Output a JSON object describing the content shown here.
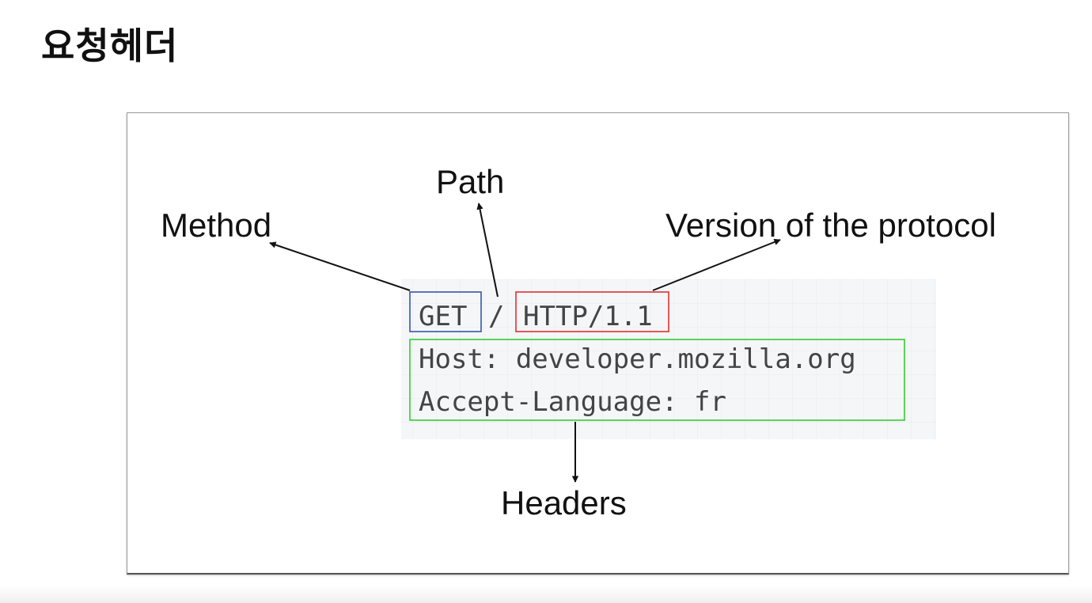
{
  "page": {
    "title": "요청헤더"
  },
  "diagram": {
    "labels": {
      "method": "Method",
      "path": "Path",
      "version": "Version of the protocol",
      "headers": "Headers"
    },
    "request": {
      "method": "GET",
      "path": "/",
      "version": "HTTP/1.1",
      "header_lines": [
        "Host: developer.mozilla.org",
        "Accept-Language: fr"
      ]
    },
    "colors": {
      "method_box": "#3355aa",
      "version_box": "#e03030",
      "headers_box": "#33cc33",
      "code_bg": "#f5f6f7",
      "arrow": "#111111"
    }
  }
}
